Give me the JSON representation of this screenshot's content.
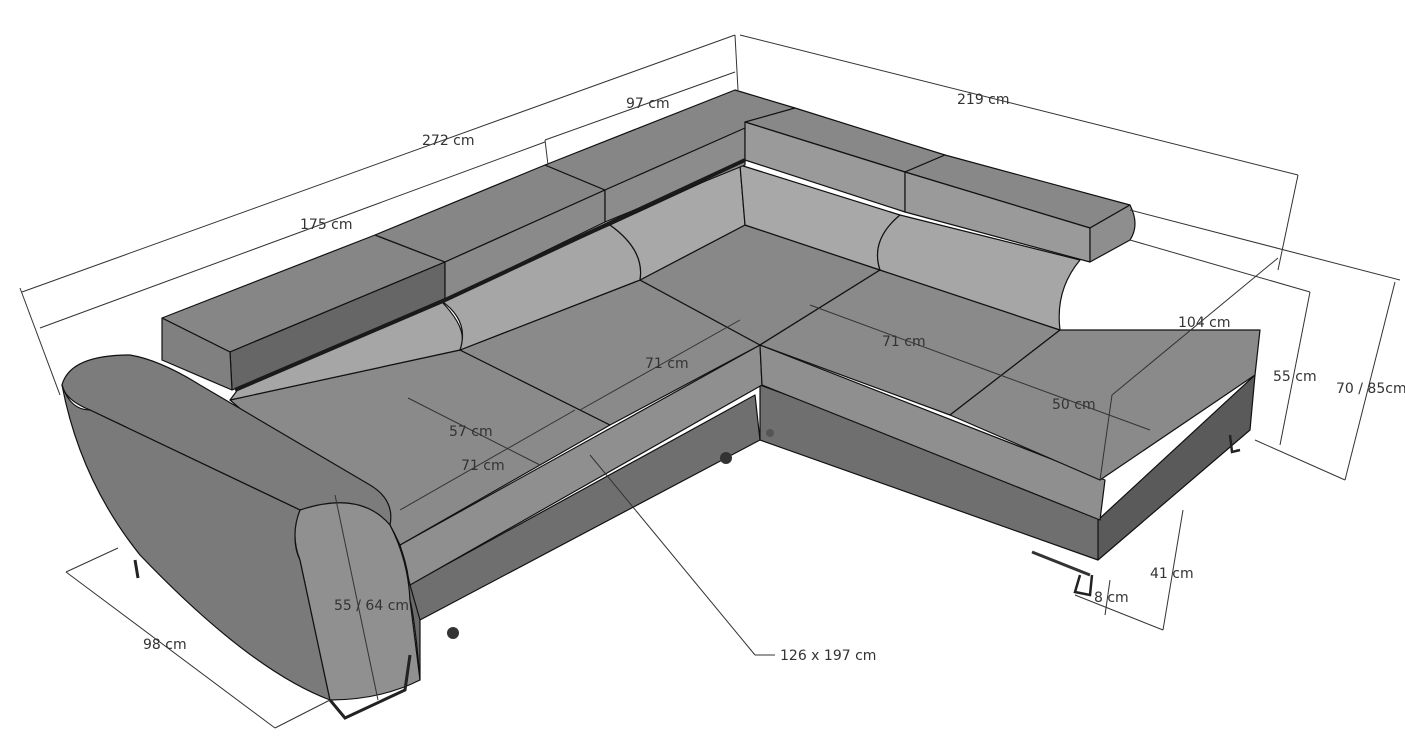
{
  "dimensions": {
    "total_length_left": "272 cm",
    "total_length_right": "219 cm",
    "backrest_section": "97 cm",
    "sofa_length": "175 cm",
    "seat_width_left": "71 cm",
    "seat_width_center": "71 cm",
    "seat_width_corner": "71 cm",
    "seat_depth": "57 cm",
    "chaise_depth": "50 cm",
    "chaise_length": "104 cm",
    "armrest_depth": "98 cm",
    "arm_height": "55 / 64 cm",
    "seat_height": "41 cm",
    "leg_height": "8 cm",
    "back_height_low": "55 cm",
    "back_height_high": "70 / 85cm",
    "sleeping_area": "126 x 197 cm"
  },
  "colors": {
    "background": "#ffffff",
    "line": "#333333",
    "edge": "#111111",
    "fabric_top": "#8c8c8c",
    "fabric_light": "#a4a4a4",
    "fabric_mid": "#7e7e7e",
    "fabric_dark": "#5c5c5c"
  }
}
